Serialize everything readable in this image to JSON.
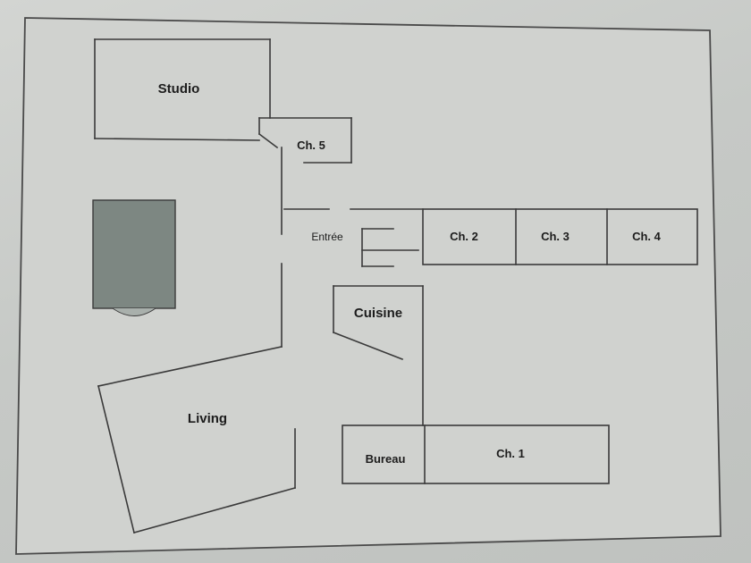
{
  "rooms": {
    "studio": "Studio",
    "ch5": "Ch. 5",
    "entree": "Entrée",
    "ch2": "Ch. 2",
    "ch3": "Ch. 3",
    "ch4": "Ch. 4",
    "cuisine": "Cuisine",
    "living": "Living",
    "bureau": "Bureau",
    "ch1": "Ch. 1"
  },
  "colors": {
    "wall": "#3a3a3a",
    "paper": "#d0d2cf",
    "furniture": "#7d8782"
  }
}
